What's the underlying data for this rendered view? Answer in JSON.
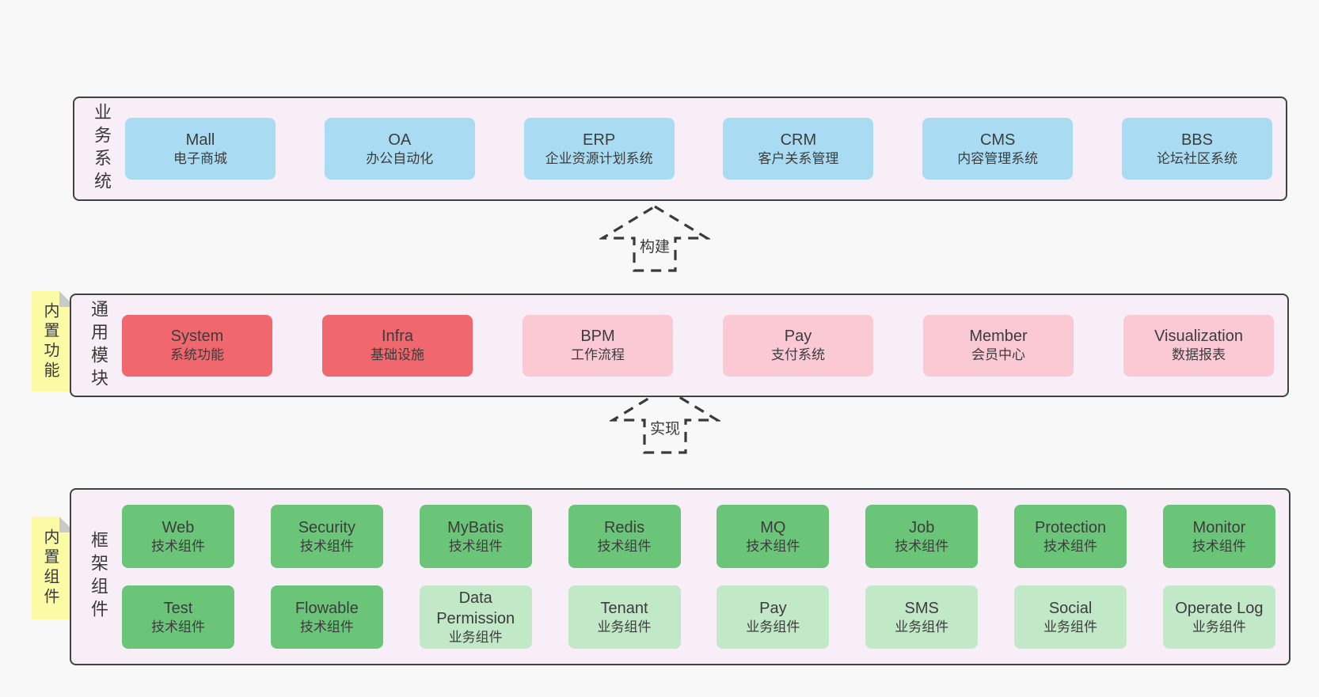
{
  "colors": {
    "page_bg": "#f8f8f8",
    "layer_bg": "#f8eef7",
    "layer_border": "#424242",
    "business_box": "#a9dcf2",
    "core_module_box": "#f0676d",
    "extension_module_box": "#fac9d3",
    "tech_component_box": "#6bc579",
    "biz_component_box": "#c1e8c7",
    "sticky_note": "#fbfba6",
    "note_fold": "#c9c9c9",
    "text": "#3c3c3c"
  },
  "arrows": [
    {
      "label": "构建"
    },
    {
      "label": "实现"
    }
  ],
  "layers": [
    {
      "side_label": "业务系统",
      "note": null,
      "rows": [
        [
          {
            "name": "Mall",
            "desc": "电子商城"
          },
          {
            "name": "OA",
            "desc": "办公自动化"
          },
          {
            "name": "ERP",
            "desc": "企业资源计划系统"
          },
          {
            "name": "CRM",
            "desc": "客户关系管理"
          },
          {
            "name": "CMS",
            "desc": "内容管理系统"
          },
          {
            "name": "BBS",
            "desc": "论坛社区系统"
          }
        ]
      ]
    },
    {
      "side_label": "通用模块",
      "note": "内置功能",
      "rows": [
        [
          {
            "name": "System",
            "desc": "系统功能"
          },
          {
            "name": "Infra",
            "desc": "基础设施"
          },
          {
            "name": "BPM",
            "desc": "工作流程"
          },
          {
            "name": "Pay",
            "desc": "支付系统"
          },
          {
            "name": "Member",
            "desc": "会员中心"
          },
          {
            "name": "Visualization",
            "desc": "数据报表"
          }
        ]
      ]
    },
    {
      "side_label": "框架组件",
      "note": "内置组件",
      "rows": [
        [
          {
            "name": "Web",
            "desc": "技术组件"
          },
          {
            "name": "Security",
            "desc": "技术组件"
          },
          {
            "name": "MyBatis",
            "desc": "技术组件"
          },
          {
            "name": "Redis",
            "desc": "技术组件"
          },
          {
            "name": "MQ",
            "desc": "技术组件"
          },
          {
            "name": "Job",
            "desc": "技术组件"
          },
          {
            "name": "Protection",
            "desc": "技术组件"
          },
          {
            "name": "Monitor",
            "desc": "技术组件"
          }
        ],
        [
          {
            "name": "Test",
            "desc": "技术组件"
          },
          {
            "name": "Flowable",
            "desc": "技术组件"
          },
          {
            "name": "Data Permission",
            "desc": "业务组件"
          },
          {
            "name": "Tenant",
            "desc": "业务组件"
          },
          {
            "name": "Pay",
            "desc": "业务组件"
          },
          {
            "name": "SMS",
            "desc": "业务组件"
          },
          {
            "name": "Social",
            "desc": "业务组件"
          },
          {
            "name": "Operate Log",
            "desc": "业务组件"
          }
        ]
      ]
    }
  ]
}
